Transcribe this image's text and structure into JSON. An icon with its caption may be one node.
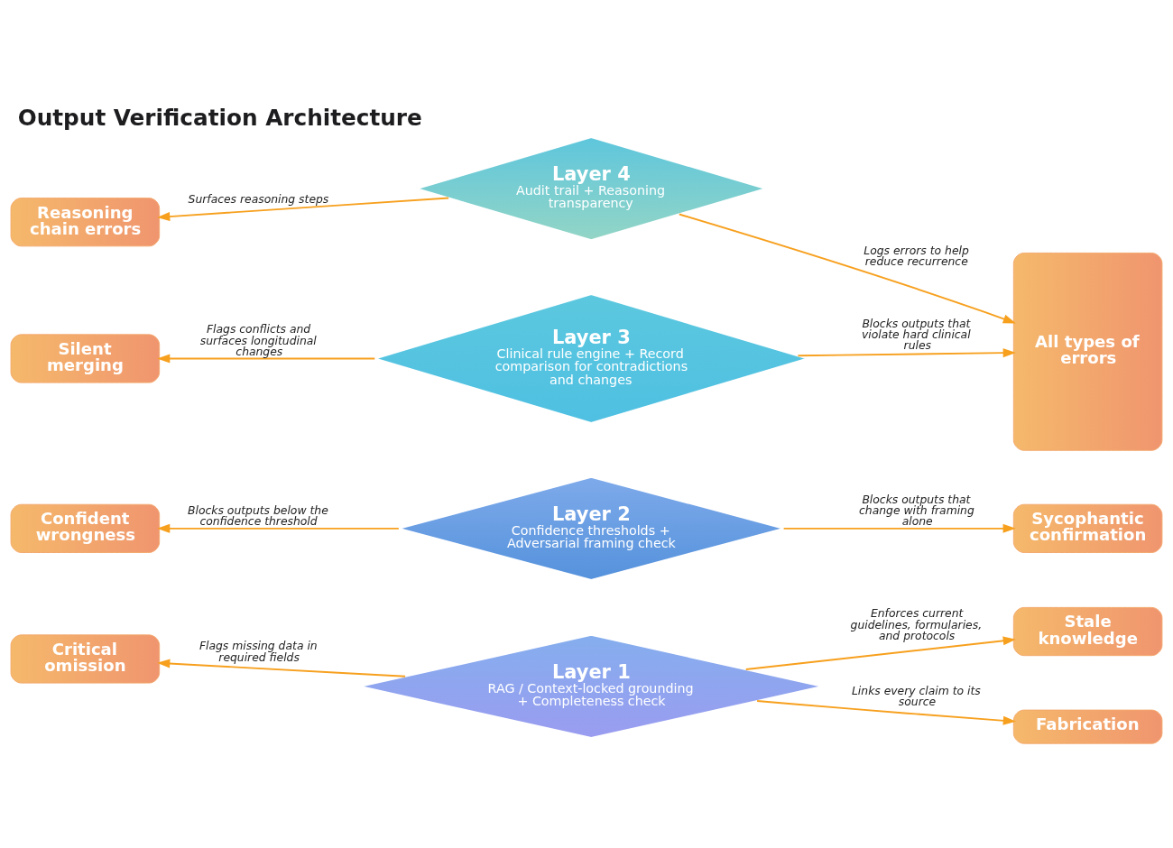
{
  "diagram": {
    "title": "Output Verification Architecture",
    "nodes": [
      {
        "text": [
          "Layer 4",
          "Audit trail + Reasoning transparency"
        ]
      },
      {
        "text": [
          "Layer 3",
          "Clinical rule engine + Record comparison for contradictions and changes"
        ]
      },
      {
        "text": [
          "Layer 2",
          "Confidence thresholds + Adversarial framing check"
        ]
      },
      {
        "text": [
          "Layer 1",
          "RAG / Context-locked grounding + Completeness check"
        ]
      },
      {
        "text": [
          "Reasoning chain errors"
        ]
      },
      {
        "text": [
          "Silent merging"
        ]
      },
      {
        "text": [
          "Confident wrongness"
        ]
      },
      {
        "text": [
          "Critical omission"
        ]
      },
      {
        "text": [
          "All types of errors"
        ]
      },
      {
        "text": [
          "Sycophantic confirmation"
        ]
      },
      {
        "text": [
          "Stale knowledge"
        ]
      },
      {
        "text": [
          "Fabrication"
        ]
      }
    ],
    "edges": [
      {
        "from": 0,
        "to": 4,
        "arrow": "to",
        "label": "Surfaces reasoning steps"
      },
      {
        "from": 0,
        "to": 8,
        "arrow": "to",
        "label": "Logs errors to help reduce recurrence"
      },
      {
        "from": 1,
        "to": 5,
        "arrow": "to",
        "label": "Flags conflicts and surfaces longitudinal changes"
      },
      {
        "from": 1,
        "to": 8,
        "arrow": "to",
        "label": "Blocks outputs that violate hard clinical rules"
      },
      {
        "from": 2,
        "to": 6,
        "arrow": "to",
        "label": "Blocks outputs below the confidence threshold"
      },
      {
        "from": 2,
        "to": 9,
        "arrow": "to",
        "label": "Blocks outputs that change with framing alone"
      },
      {
        "from": 3,
        "to": 7,
        "arrow": "to",
        "label": "Flags missing data in required fields"
      },
      {
        "from": 3,
        "to": 10,
        "arrow": "to",
        "label": "Enforces current guidelines, formularies, and protocols"
      },
      {
        "from": 3,
        "to": 11,
        "arrow": "to",
        "label": "Links every claim to its source"
      }
    ]
  }
}
